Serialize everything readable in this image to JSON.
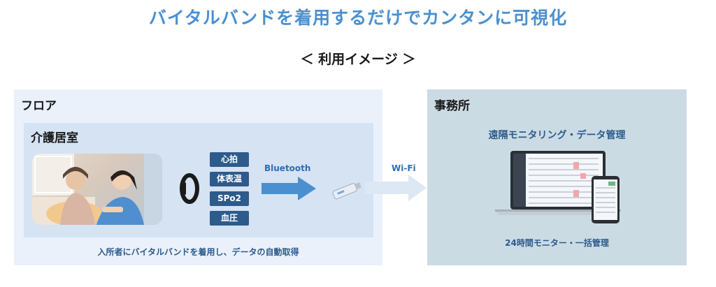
{
  "headline": "バイタルバンドを着用するだけでカンタンに可視化",
  "subheading": "＜ 利用イメージ ＞",
  "floor": {
    "title": "フロア",
    "room_title": "介護居室",
    "vitals": [
      "心拍",
      "体表温",
      "SPo2",
      "血圧"
    ],
    "bluetooth_label": "Bluetooth",
    "caption": "入所者にバイタルバンドを着用し、データの自動取得"
  },
  "wifi_label": "Wi-Fi",
  "office": {
    "title": "事務所",
    "line1": "遠隔モニタリング・データ管理",
    "line2": "24時間モニター・一括管理"
  },
  "colors": {
    "headline": "#4a90d0",
    "tag_bg": "#2d5b8b",
    "floor_bg": "#eaf1fb",
    "room_bg": "#d6e3f3",
    "office_bg": "#cbdbe4",
    "arrow": "#4a90d0"
  }
}
